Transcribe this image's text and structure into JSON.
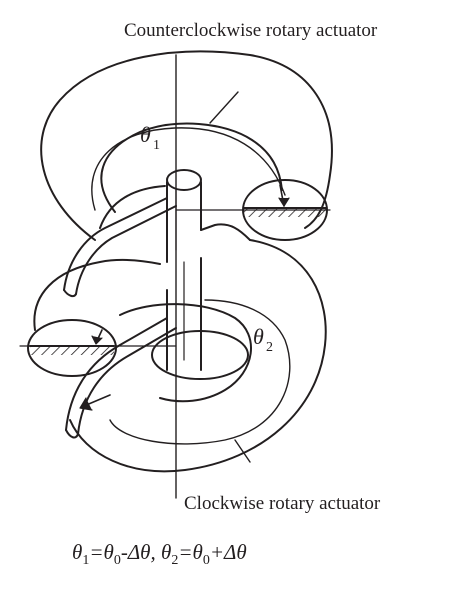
{
  "labels": {
    "top": "Counterclockwise rotary actuator",
    "bottom": "Clockwise rotary actuator",
    "theta1": "θ",
    "theta1_sub": "1",
    "theta2": "θ",
    "theta2_sub": "2"
  },
  "formula": {
    "text": "θ1=θ0-Δθ, θ2=θ0+Δθ"
  },
  "colors": {
    "stroke": "#231f20",
    "background": "#ffffff"
  }
}
